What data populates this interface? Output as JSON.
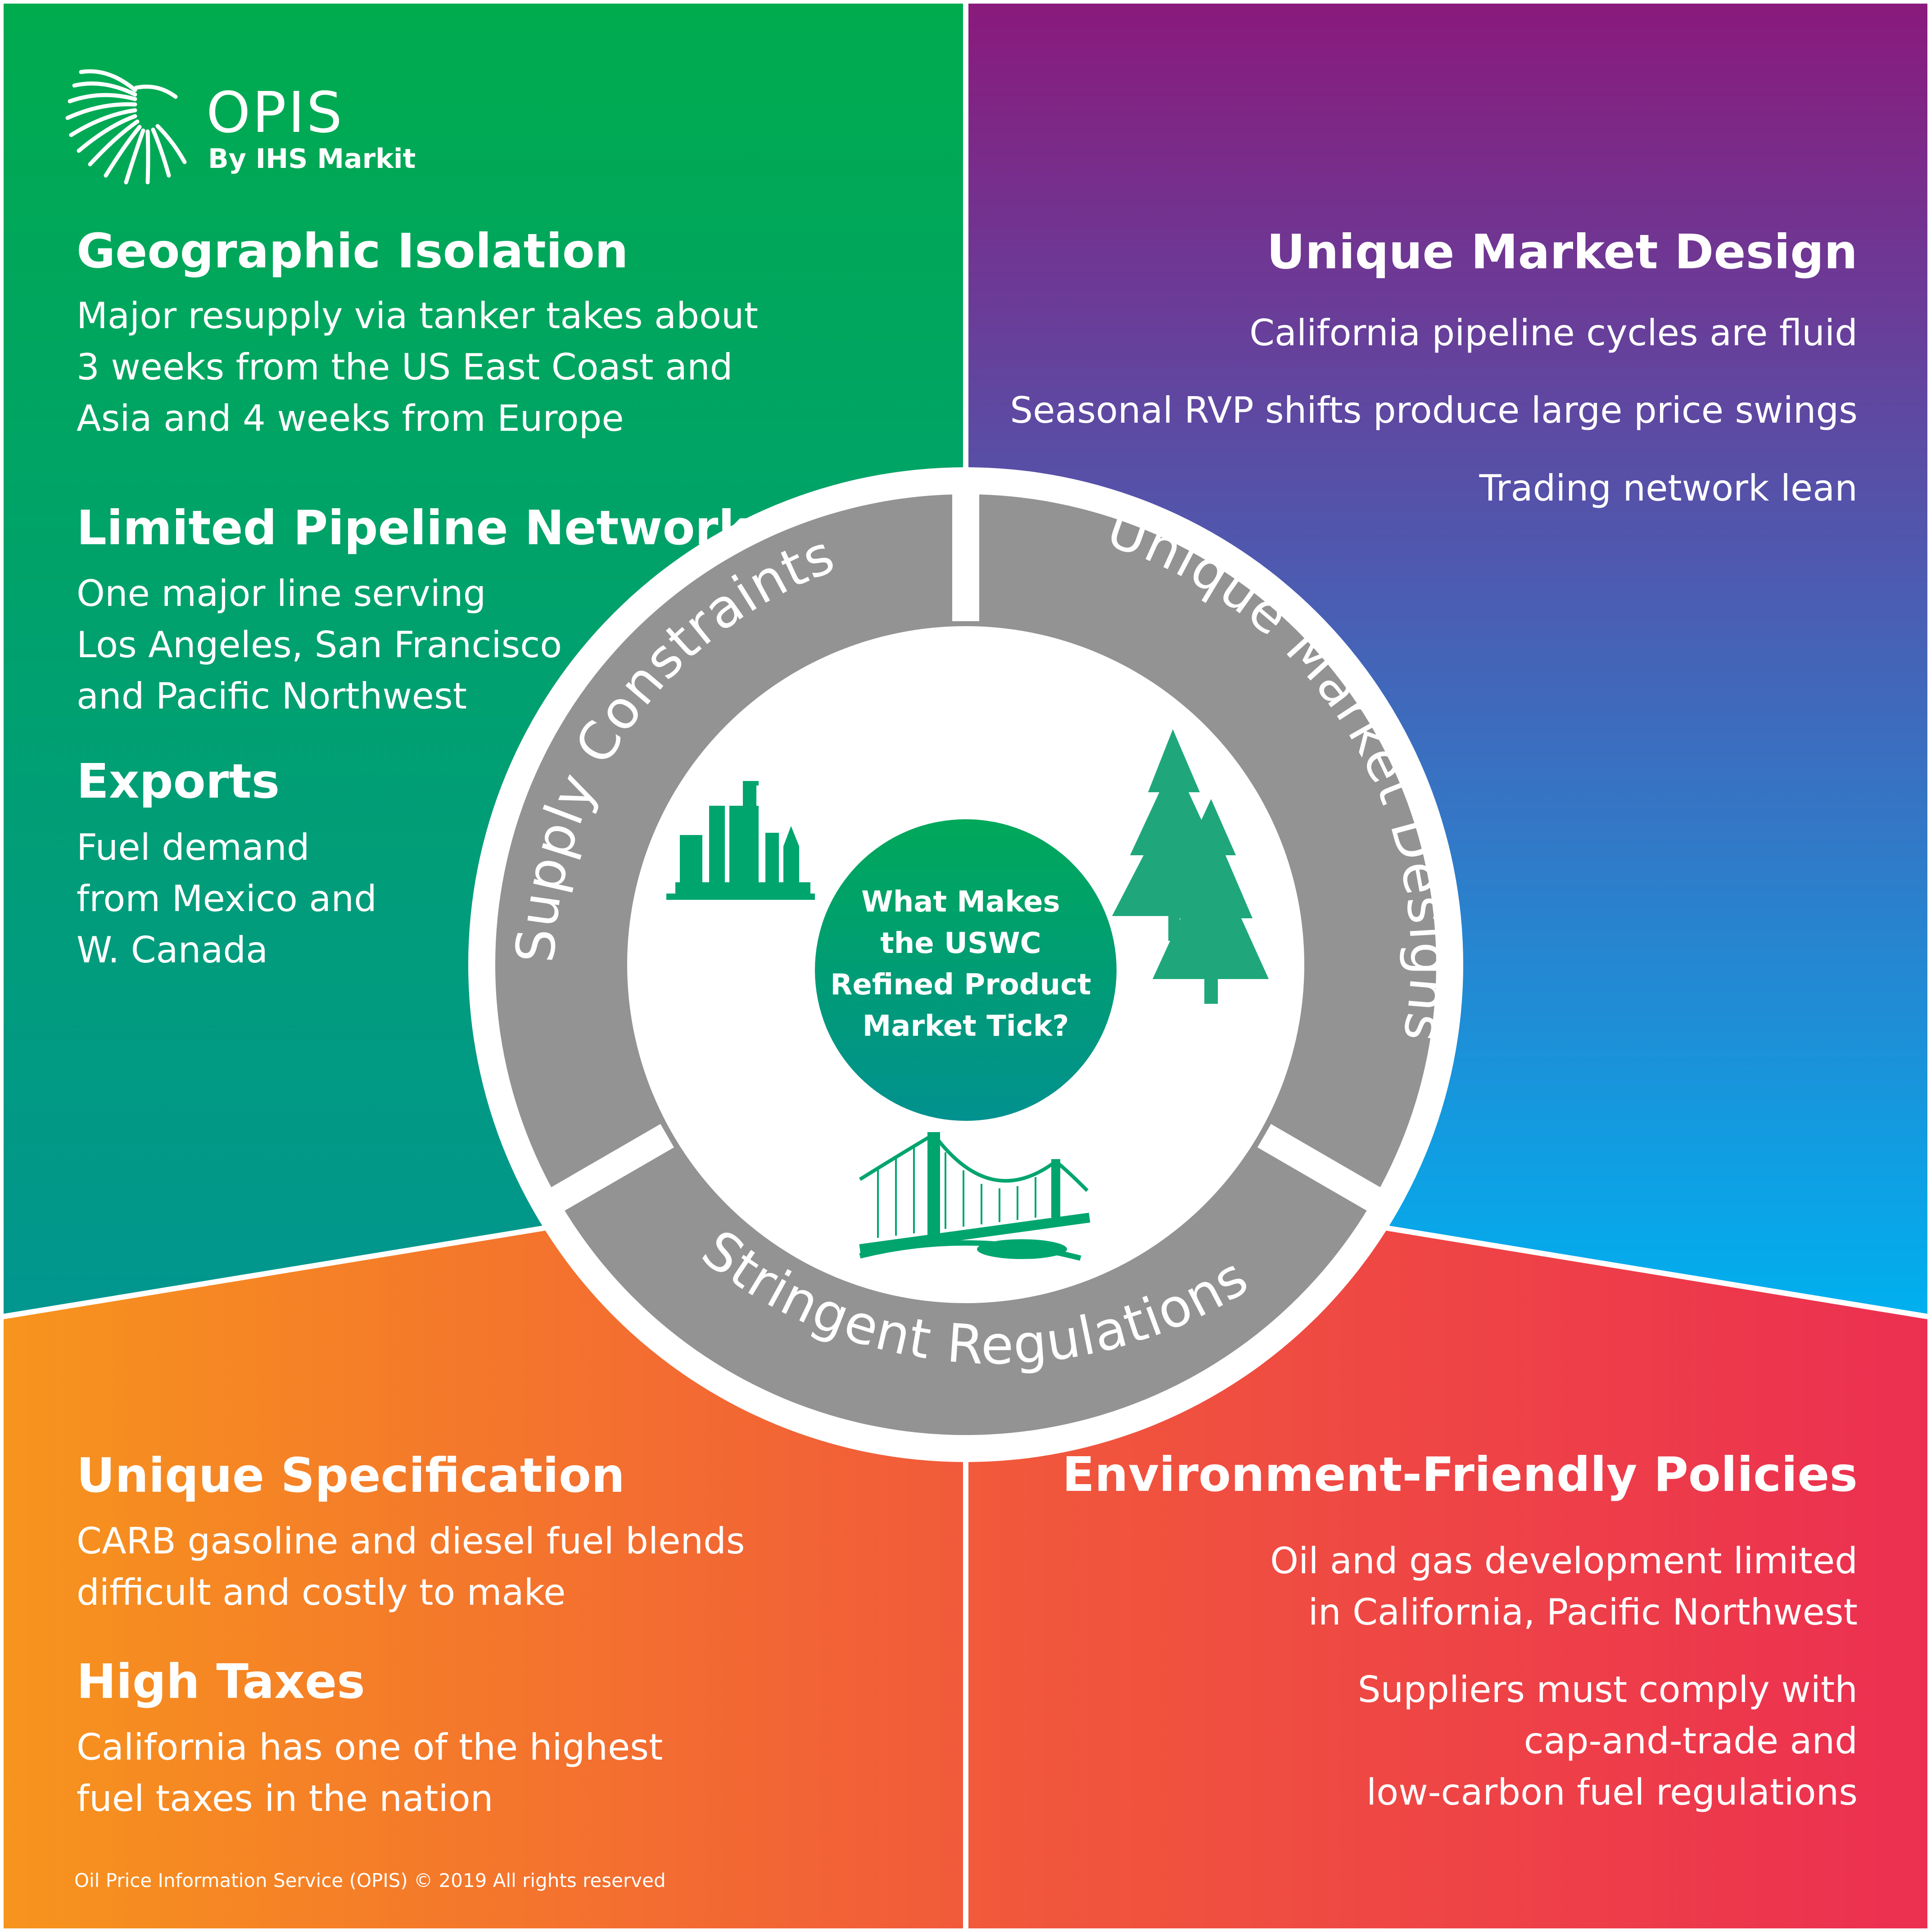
{
  "logo": {
    "name": "OPIS",
    "subtitle": "By IHS Markit"
  },
  "panels": {
    "top_left": [
      {
        "heading": "Geographic Isolation",
        "body": "Major resupply via tanker takes about\n3 weeks from the US East Coast and\nAsia and 4 weeks from Europe"
      },
      {
        "heading": "Limited Pipeline Network",
        "body": "One major line serving\nLos Angeles, San Francisco\nand Pacific Northwest"
      },
      {
        "heading": "Exports",
        "body": "Fuel demand\nfrom Mexico and\nW. Canada"
      }
    ],
    "top_right": {
      "heading": "Unique Market Design",
      "items": [
        "California pipeline cycles are fluid",
        "Seasonal RVP shifts produce large price swings",
        "Trading network lean"
      ]
    },
    "bottom_left": [
      {
        "heading": "Unique Specification",
        "body": "CARB gasoline and diesel fuel blends\ndifficult and costly to make"
      },
      {
        "heading": "High Taxes",
        "body": "California has one of the highest\nfuel taxes in the nation"
      }
    ],
    "bottom_right": {
      "heading": "Environment-Friendly Policies",
      "items": [
        "Oil and gas development limited\nin California, Pacific Northwest",
        "Suppliers must comply with\ncap-and-trade and\nlow-carbon fuel regulations"
      ]
    }
  },
  "ring": {
    "segments": [
      "Supply Constraints",
      "Unique Market Designs",
      "Stringent Regulations"
    ],
    "center_question": "What Makes\nthe USWC\nRefined Product\nMarket Tick?"
  },
  "icons": [
    "refinery-icon",
    "trees-icon",
    "bridge-icon"
  ],
  "footer": "Oil Price Information Service (OPIS) © 2019 All rights reserved",
  "colors": {
    "green_top": "#00AB4E",
    "green_bottom": "#01968F",
    "purple_top": "#8A1A7C",
    "purple_mid": "#4464B8",
    "blue_bottom": "#00B0EF",
    "orange_left": "#F7941D",
    "orange_right": "#F15A3A",
    "red_left": "#F15A3A",
    "red_right": "#EC2F51",
    "ring_gray": "#939393",
    "center_top": "#00A85A",
    "center_bottom": "#01918F"
  }
}
